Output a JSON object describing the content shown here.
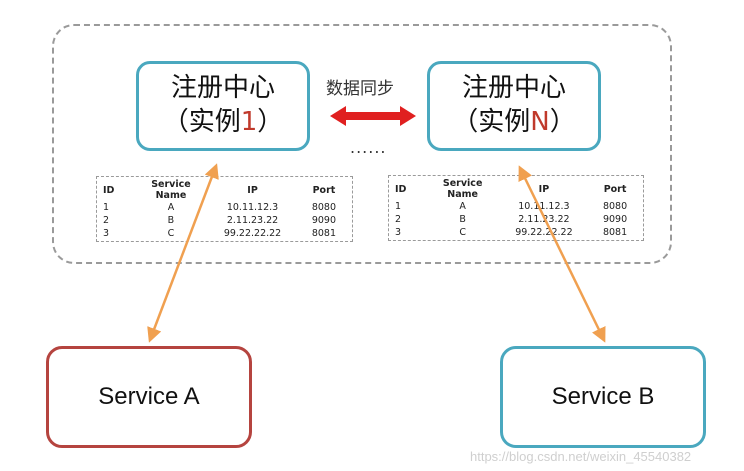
{
  "registry1": {
    "title": "注册中心",
    "open": "（实例",
    "index": "1",
    "close": "）"
  },
  "registryN": {
    "title": "注册中心",
    "open": "（实例",
    "index": "N",
    "close": "）"
  },
  "sync_label": "数据同步",
  "ellipsis": "......",
  "table_headers": {
    "id": "ID",
    "name": "Service Name",
    "ip": "IP",
    "port": "Port"
  },
  "table1_rows": [
    {
      "id": "1",
      "name": "A",
      "ip": "10.11.12.3",
      "port": "8080"
    },
    {
      "id": "2",
      "name": "B",
      "ip": "2.11.23.22",
      "port": "9090"
    },
    {
      "id": "3",
      "name": "C",
      "ip": "99.22.22.22",
      "port": "8081"
    }
  ],
  "table2_rows": [
    {
      "id": "1",
      "name": "A",
      "ip": "10.11.12.3",
      "port": "8080"
    },
    {
      "id": "2",
      "name": "B",
      "ip": "2.11.23.22",
      "port": "9090"
    },
    {
      "id": "3",
      "name": "C",
      "ip": "99.22.22.22",
      "port": "8081"
    }
  ],
  "service_a": "Service A",
  "service_b": "Service B",
  "watermark": "https://blog.csdn.net/weixin_45540382",
  "colors": {
    "registry_border": "#4aa8bf",
    "service_a_border": "#b5443f",
    "service_b_border": "#4aa8bf",
    "sync_arrow": "#e02020",
    "connector_arrow": "#f0a050",
    "cluster_border": "#9a9a9a"
  }
}
